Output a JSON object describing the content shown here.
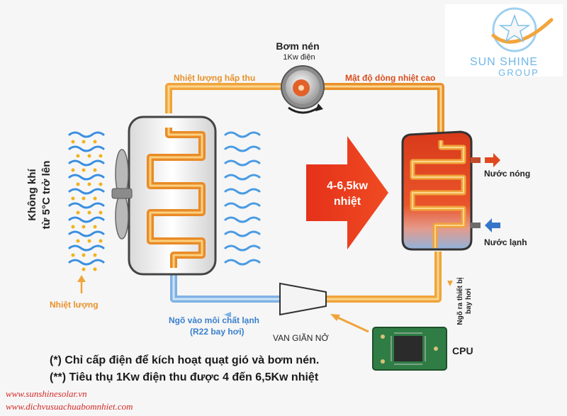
{
  "compressor": {
    "title": "Bơm nén",
    "power": "1Kw điện"
  },
  "labels": {
    "heat_absorbed": "Nhiệt lượng hấp thu",
    "high_flow_density": "Mật độ dòng nhiệt cao",
    "air_line1": "Không khí",
    "air_line2": "từ 5°C trở lên",
    "heat_amount": "Nhiệt lượng",
    "power_arrow_line1": "4-6,5kw",
    "power_arrow_line2": "nhiệt",
    "hot_water": "Nước nóng",
    "cold_water": "Nước lạnh",
    "evap_out_line1": "Ngõ ra thiết bị",
    "evap_out_line2": "bay hơi",
    "refrigerant_in_line1": "Ngõ vào môi chất lạnh",
    "refrigerant_in_line2": "(R22 bay hơi)",
    "expansion_valve": "VAN GIÃN NỞ",
    "cpu": "CPU"
  },
  "notes": [
    "(*) Chỉ cấp điện để kích hoạt quạt gió và bơm nén.",
    "(**) Tiêu thụ 1Kw điện thu được 4 đến 6,5Kw nhiệt"
  ],
  "urls": [
    "www.sunshinesolar.vn",
    "www.dichvusuachuabomnhiet.com"
  ],
  "brand": {
    "line1": "SUN SHINE",
    "line2": "GROUP"
  },
  "colors": {
    "hot_pipe": "#f0a43a",
    "cold_pipe": "#7fb2e5",
    "big_arrow": "#e53a1f",
    "air_wave": "#3a8fe0",
    "heat_dot": "#f2b21c",
    "tank_hot": "#e2401e",
    "brand_blue": "#6fb7e8"
  }
}
